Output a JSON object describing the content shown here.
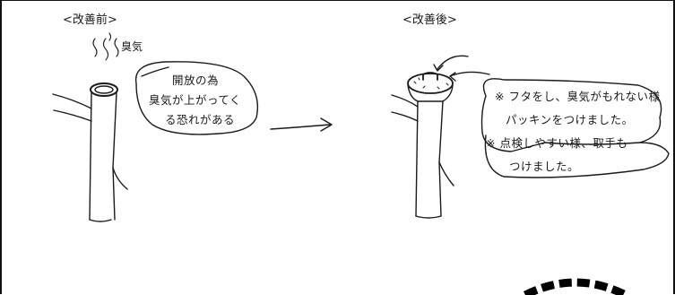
{
  "before": {
    "title": "<改善前>",
    "smoke_label": "臭気",
    "note_line1": "開放の為",
    "note_line2": "臭気が上がってく",
    "note_line3": "る恐れがある"
  },
  "after": {
    "title": "<改善後>",
    "note1_line1": "※ フタをし、臭気がもれない様",
    "note1_line2": "パッキンをつけました。",
    "note2_line1": "※ 点検しやすい様、取手も",
    "note2_line2": "つけました。"
  },
  "colors": {
    "ink": "#1a1a1a",
    "stamp": "#000000"
  }
}
